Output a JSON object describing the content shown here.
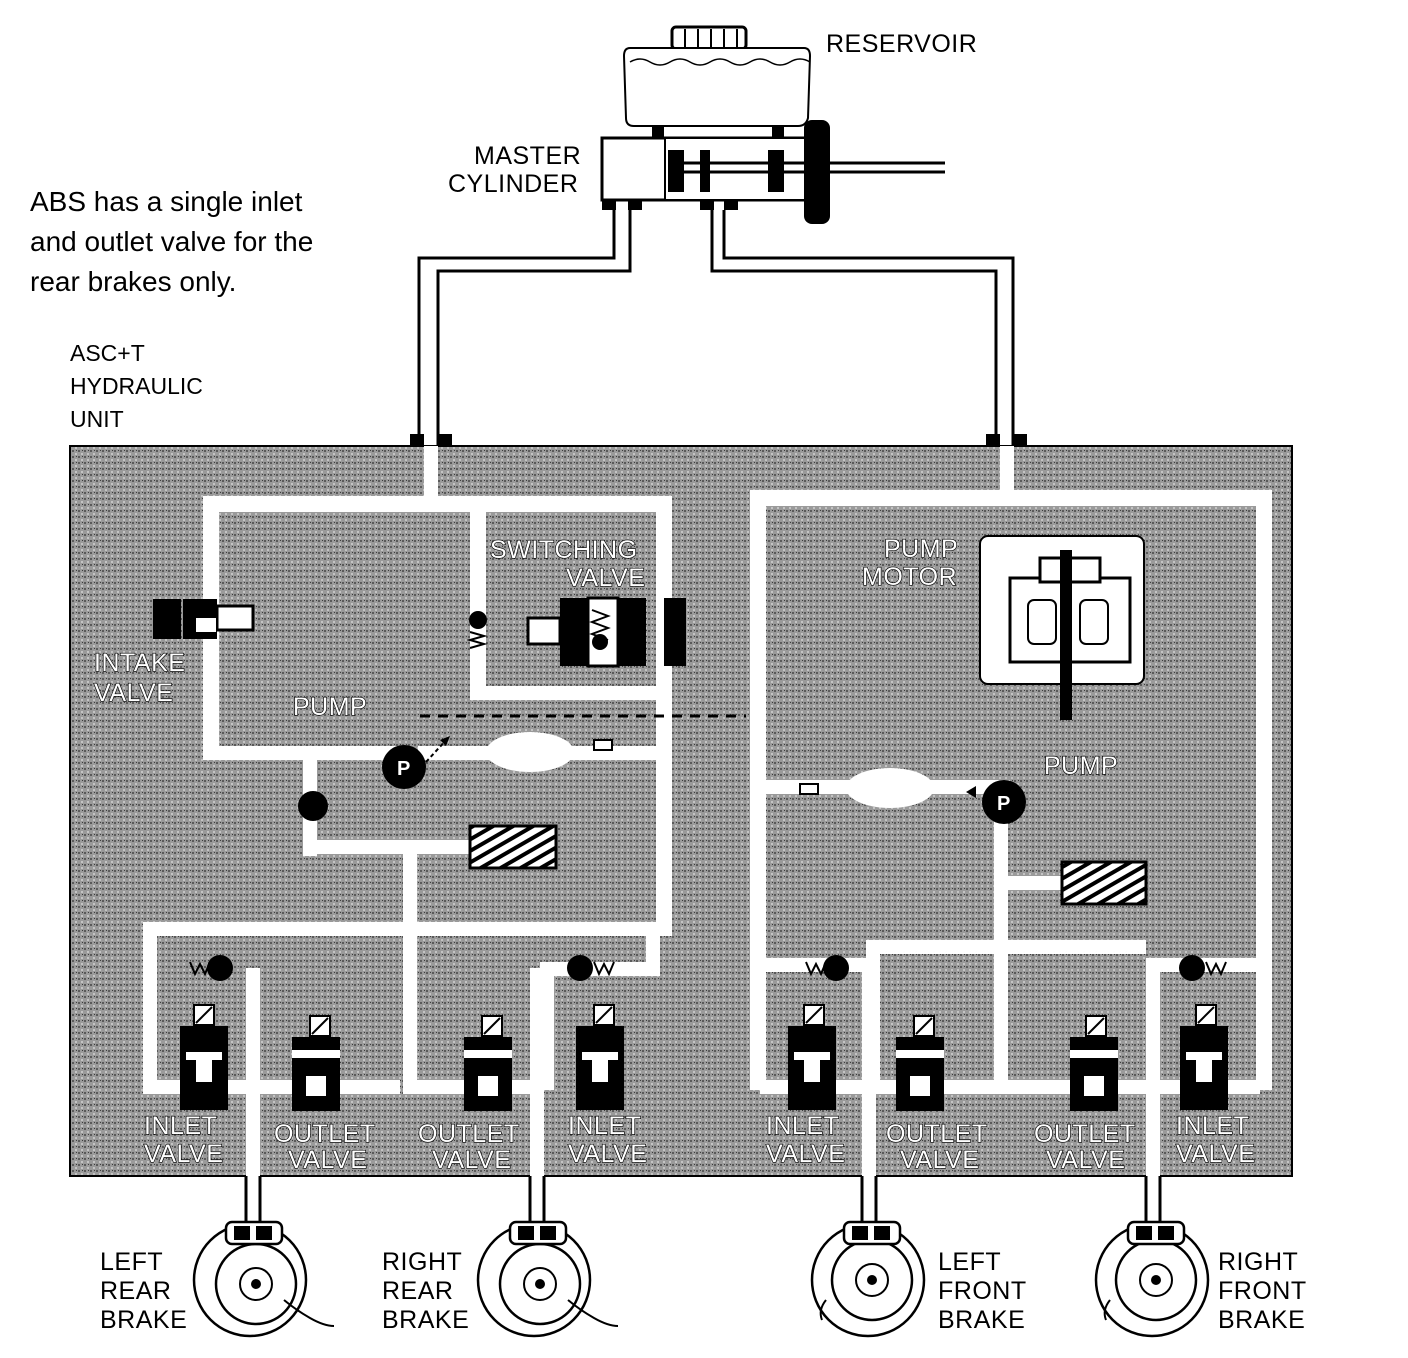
{
  "labels": {
    "reservoir": "RESERVOIR",
    "master_cylinder": [
      "MASTER",
      "CYLINDER"
    ],
    "note": [
      "ABS has a single inlet",
      "and outlet valve for the",
      "rear brakes only."
    ],
    "unit": [
      "ASC+T",
      "HYDRAULIC",
      "UNIT"
    ],
    "switching_valve": [
      "SWITCHING",
      "VALVE"
    ],
    "pump_motor": [
      "PUMP",
      "MOTOR"
    ],
    "intake_valve": [
      "INTAKE",
      "VALVE"
    ],
    "pump_left": "PUMP",
    "pump_right": "PUMP",
    "pump_symbol": "P"
  },
  "valves": [
    {
      "name": [
        "INLET",
        "VALVE"
      ]
    },
    {
      "name": [
        "OUTLET",
        "VALVE"
      ]
    },
    {
      "name": [
        "OUTLET",
        "VALVE"
      ]
    },
    {
      "name": [
        "INLET",
        "VALVE"
      ]
    },
    {
      "name": [
        "INLET",
        "VALVE"
      ]
    },
    {
      "name": [
        "OUTLET",
        "VALVE"
      ]
    },
    {
      "name": [
        "OUTLET",
        "VALVE"
      ]
    },
    {
      "name": [
        "INLET",
        "VALVE"
      ]
    }
  ],
  "brakes": [
    {
      "name": [
        "LEFT",
        "REAR",
        "BRAKE"
      ]
    },
    {
      "name": [
        "RIGHT",
        "REAR",
        "BRAKE"
      ]
    },
    {
      "name": [
        "LEFT",
        "FRONT",
        "BRAKE"
      ]
    },
    {
      "name": [
        "RIGHT",
        "FRONT",
        "BRAKE"
      ]
    }
  ]
}
